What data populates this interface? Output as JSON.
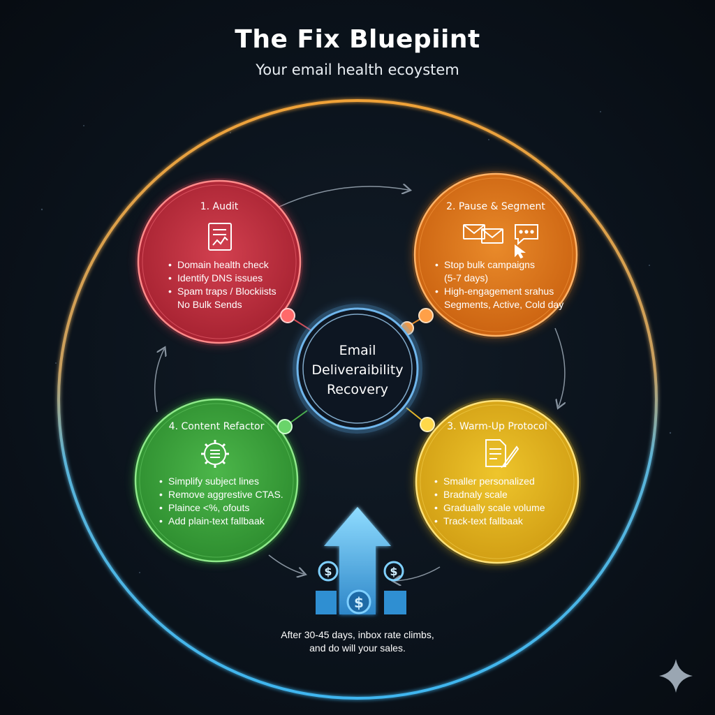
{
  "header": {
    "title": "The Fix Bluepiint",
    "subtitle": "Your email health ecoystem"
  },
  "center": {
    "line1": "Email",
    "line2": "Deliveraibility",
    "line3": "Recovery"
  },
  "steps": [
    {
      "title": "1. Audit",
      "icon": "audit-report-icon",
      "color": "#c8303f",
      "bullets": [
        {
          "text": "Domain health check",
          "bullet": true
        },
        {
          "text": "Identify DNS issues",
          "bullet": true
        },
        {
          "text": "Spam traps / Blockiists",
          "bullet": true
        },
        {
          "text": "No Bulk Sends",
          "bullet": false
        }
      ]
    },
    {
      "title": "2. Pause & Segment",
      "icon": "envelopes-and-chat-icon",
      "color": "#e07a1c",
      "bullets": [
        {
          "text": "Stop bulk campaigns",
          "bullet": true
        },
        {
          "text": "(5-7 days)",
          "bullet": false
        },
        {
          "text": "High-engagement srahus",
          "bullet": true
        },
        {
          "text": "Segments, Active, Cold day",
          "bullet": false
        }
      ]
    },
    {
      "title": "3. Warm-Up Protocol",
      "icon": "document-pen-icon",
      "color": "#e3b51e",
      "bullets": [
        {
          "text": "Smaller personalized",
          "bullet": true
        },
        {
          "text": "Bradnaly scale",
          "bullet": true
        },
        {
          "text": "Gradually scale volume",
          "bullet": true
        },
        {
          "text": "Track-text fallbaak",
          "bullet": true
        }
      ]
    },
    {
      "title": "4. Content Refactor",
      "icon": "gear-list-icon",
      "color": "#3aa63c",
      "bullets": [
        {
          "text": "Simplify subject lines",
          "bullet": true
        },
        {
          "text": "Remove aggrestive CTAS.",
          "bullet": true
        },
        {
          "text": "Plaince <%, ofouts",
          "bullet": true
        },
        {
          "text": "Add plain-text fallbaak",
          "bullet": true
        }
      ]
    }
  ],
  "footer": {
    "line1": "After 30-45 days, inbox rate climbs,",
    "line2": "and do will your sales."
  },
  "colors": {
    "ring_top": "#f0a238",
    "ring_bottom": "#3fb6f0",
    "center_glow": "#5aa9e6",
    "arrow": "#4fb6ee"
  }
}
